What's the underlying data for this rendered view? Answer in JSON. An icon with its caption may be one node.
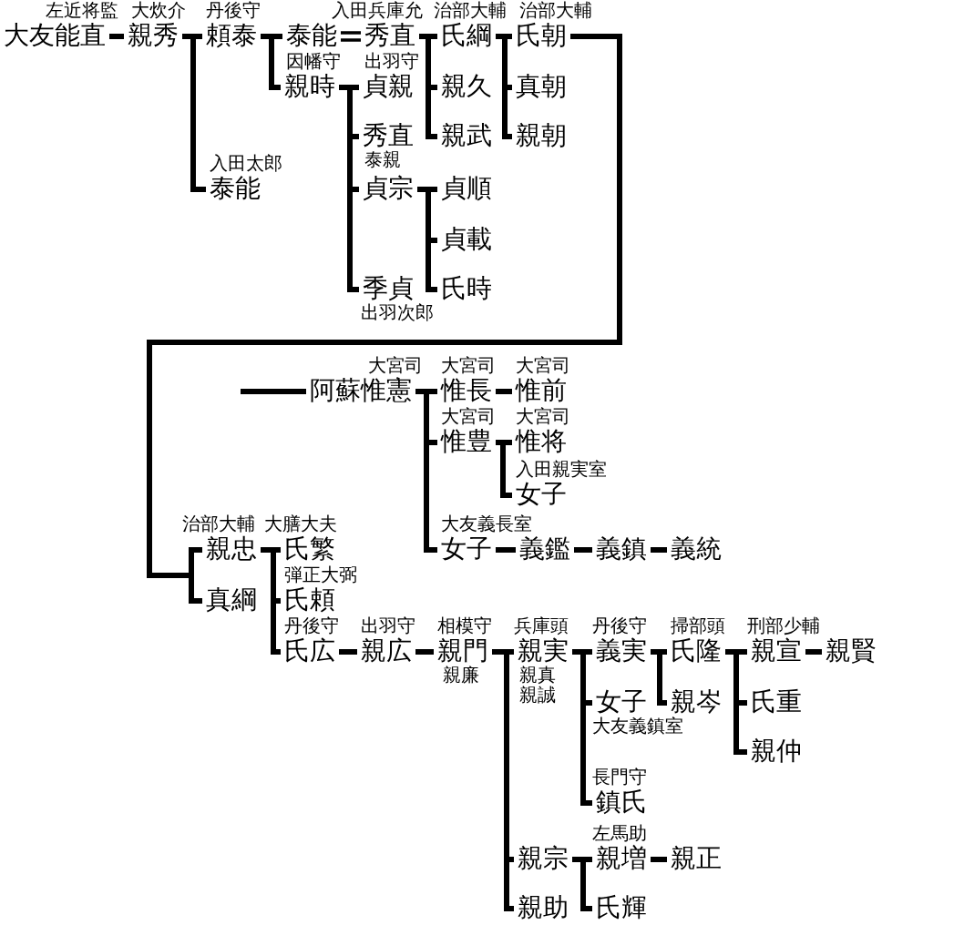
{
  "diagram": {
    "nodes": [
      {
        "text": [
          "大友能直"
        ],
        "beside": [
          "左近将監"
        ]
      },
      {
        "text": [
          "親秀"
        ],
        "beside": [
          "大炊介"
        ]
      },
      {
        "text": [
          "頼泰"
        ],
        "beside": [
          "丹後守"
        ]
      },
      {
        "text": [
          "泰能"
        ]
      },
      {
        "text": [
          "秀直"
        ],
        "beside": [
          "入田兵庫允"
        ]
      },
      {
        "text": [
          "氏綱"
        ],
        "beside": [
          "治部大輔"
        ]
      },
      {
        "text": [
          "氏朝"
        ],
        "beside": [
          "治部大輔"
        ]
      },
      {
        "text": [
          "親時"
        ],
        "beside": [
          "因幡守"
        ]
      },
      {
        "text": [
          "貞親"
        ],
        "beside": [
          "出羽守"
        ]
      },
      {
        "text": [
          "親久"
        ]
      },
      {
        "text": [
          "真朝"
        ]
      },
      {
        "text": [
          "秀直"
        ],
        "beside": [
          "泰親"
        ]
      },
      {
        "text": [
          "親武"
        ]
      },
      {
        "text": [
          "親朝"
        ]
      },
      {
        "text": [
          "泰能"
        ],
        "beside": [
          "入田太郎"
        ]
      },
      {
        "text": [
          "貞宗"
        ]
      },
      {
        "text": [
          "貞順"
        ]
      },
      {
        "text": [
          "貞載"
        ]
      },
      {
        "text": [
          "季貞"
        ],
        "beside": [
          "出羽次郎"
        ]
      },
      {
        "text": [
          "氏時"
        ]
      },
      {
        "text": [
          "阿蘇惟憲"
        ],
        "beside": [
          "大宮司"
        ]
      },
      {
        "text": [
          "惟長"
        ],
        "beside": [
          "大宮司"
        ]
      },
      {
        "text": [
          "惟前"
        ],
        "beside": [
          "大宮司"
        ]
      },
      {
        "text": [
          "惟豊"
        ],
        "beside": [
          "大宮司"
        ]
      },
      {
        "text": [
          "惟将"
        ],
        "beside": [
          "大宮司"
        ]
      },
      {
        "text": [
          "女子"
        ],
        "beside": [
          "入田親実室"
        ]
      },
      {
        "text": [
          "親忠"
        ],
        "beside": [
          "治部大輔"
        ]
      },
      {
        "text": [
          "氏繁"
        ],
        "beside": [
          "大膳大夫"
        ]
      },
      {
        "text": [
          "女子"
        ],
        "beside": [
          "大友義長室"
        ]
      },
      {
        "text": [
          "義鑑"
        ]
      },
      {
        "text": [
          "義鎮"
        ]
      },
      {
        "text": [
          "義統"
        ]
      },
      {
        "text": [
          "真綱"
        ]
      },
      {
        "text": [
          "氏頼"
        ],
        "beside": [
          "弾正大弼"
        ]
      },
      {
        "text": [
          "氏広"
        ],
        "beside": [
          "丹後守"
        ]
      },
      {
        "text": [
          "親広"
        ],
        "beside": [
          "出羽守"
        ]
      },
      {
        "text": [
          "親門"
        ],
        "beside": [
          "相模守",
          "親廉"
        ]
      },
      {
        "text": [
          "親実"
        ],
        "beside": [
          "兵庫頭",
          "親真",
          "親誠"
        ]
      },
      {
        "text": [
          "義実"
        ],
        "beside": [
          "丹後守"
        ]
      },
      {
        "text": [
          "氏隆"
        ],
        "beside": [
          "掃部頭"
        ]
      },
      {
        "text": [
          "親宣"
        ],
        "beside": [
          "刑部少輔"
        ]
      },
      {
        "text": [
          "親賢"
        ]
      },
      {
        "text": [
          "女子"
        ],
        "beside": [
          "大友義鎮室"
        ]
      },
      {
        "text": [
          "親岑"
        ]
      },
      {
        "text": [
          "氏重"
        ]
      },
      {
        "text": [
          "親仲"
        ]
      },
      {
        "text": [
          "鎮氏"
        ],
        "beside": [
          "長門守"
        ]
      },
      {
        "text": [
          "親宗"
        ]
      },
      {
        "text": [
          "親増"
        ],
        "beside": [
          "左馬助"
        ]
      },
      {
        "text": [
          "親正"
        ]
      },
      {
        "text": [
          "親助"
        ]
      },
      {
        "text": [
          "氏輝"
        ]
      }
    ],
    "edges": [
      {
        "from": 0,
        "to": 1,
        "arrow": "none"
      },
      {
        "from": 1,
        "to": 2,
        "arrow": "none"
      },
      {
        "from": 1,
        "to": 14,
        "arrow": "none"
      },
      {
        "from": 2,
        "to": 3,
        "arrow": "none"
      },
      {
        "from": 2,
        "to": 7,
        "arrow": "none"
      },
      {
        "from": 3,
        "to": 4,
        "arrow": "none"
      },
      {
        "from": 4,
        "to": 5,
        "arrow": "none"
      },
      {
        "from": 4,
        "to": 9,
        "arrow": "none"
      },
      {
        "from": 4,
        "to": 12,
        "arrow": "none"
      },
      {
        "from": 5,
        "to": 6,
        "arrow": "none"
      },
      {
        "from": 5,
        "to": 10,
        "arrow": "none"
      },
      {
        "from": 5,
        "to": 13,
        "arrow": "none"
      },
      {
        "from": 7,
        "to": 8,
        "arrow": "none"
      },
      {
        "from": 7,
        "to": 11,
        "arrow": "none"
      },
      {
        "from": 7,
        "to": 15,
        "arrow": "none"
      },
      {
        "from": 7,
        "to": 18,
        "arrow": "none"
      },
      {
        "from": 15,
        "to": 16,
        "arrow": "none"
      },
      {
        "from": 15,
        "to": 17,
        "arrow": "none"
      },
      {
        "from": 15,
        "to": 19,
        "arrow": "none"
      },
      {
        "from": 6,
        "to": 26,
        "arrow": "none"
      },
      {
        "from": 6,
        "to": 32,
        "arrow": "none"
      },
      {
        "from": null,
        "to": 20,
        "arrow": "none"
      },
      {
        "from": 20,
        "to": 21,
        "arrow": "none"
      },
      {
        "from": 20,
        "to": 23,
        "arrow": "none"
      },
      {
        "from": 20,
        "to": 28,
        "arrow": "none"
      },
      {
        "from": 21,
        "to": 22,
        "arrow": "none"
      },
      {
        "from": 23,
        "to": 24,
        "arrow": "none"
      },
      {
        "from": 23,
        "to": 25,
        "arrow": "none"
      },
      {
        "from": 28,
        "to": 29,
        "arrow": "none"
      },
      {
        "from": 29,
        "to": 30,
        "arrow": "none"
      },
      {
        "from": 30,
        "to": 31,
        "arrow": "none"
      },
      {
        "from": 26,
        "to": 27,
        "arrow": "none"
      },
      {
        "from": 26,
        "to": 33,
        "arrow": "none"
      },
      {
        "from": 26,
        "to": 34,
        "arrow": "none"
      },
      {
        "from": 34,
        "to": 35,
        "arrow": "none"
      },
      {
        "from": 35,
        "to": 36,
        "arrow": "none"
      },
      {
        "from": 36,
        "to": 37,
        "arrow": "none"
      },
      {
        "from": 36,
        "to": 47,
        "arrow": "none"
      },
      {
        "from": 36,
        "to": 50,
        "arrow": "none"
      },
      {
        "from": 37,
        "to": 38,
        "arrow": "none"
      },
      {
        "from": 37,
        "to": 42,
        "arrow": "none"
      },
      {
        "from": 37,
        "to": 46,
        "arrow": "none"
      },
      {
        "from": 38,
        "to": 39,
        "arrow": "none"
      },
      {
        "from": 38,
        "to": 43,
        "arrow": "none"
      },
      {
        "from": 39,
        "to": 40,
        "arrow": "none"
      },
      {
        "from": 39,
        "to": 44,
        "arrow": "none"
      },
      {
        "from": 39,
        "to": 45,
        "arrow": "none"
      },
      {
        "from": 40,
        "to": 41,
        "arrow": "none"
      },
      {
        "from": 47,
        "to": 48,
        "arrow": "none"
      },
      {
        "from": 47,
        "to": 51,
        "arrow": "none"
      },
      {
        "from": 48,
        "to": 49,
        "arrow": "none"
      }
    ]
  }
}
